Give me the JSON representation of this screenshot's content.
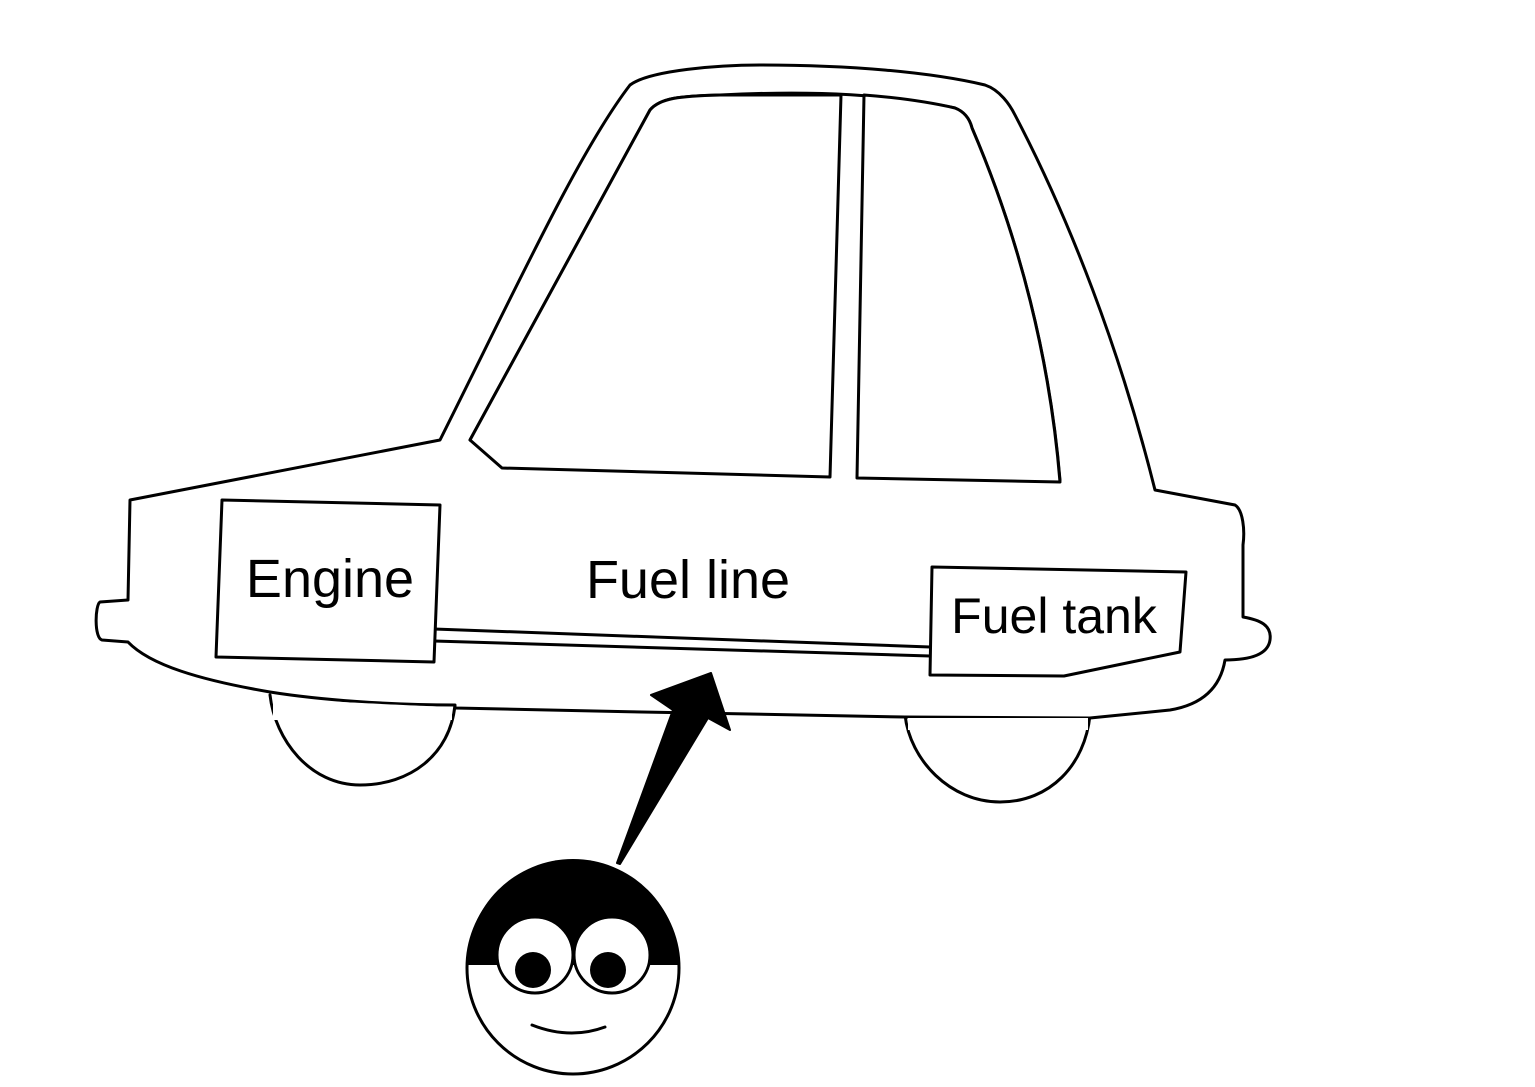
{
  "diagram": {
    "labels": {
      "engine": "Engine",
      "fuel_line": "Fuel line",
      "fuel_tank": "Fuel tank"
    },
    "colors": {
      "stroke": "#000000",
      "background": "#ffffff"
    },
    "icons": [
      "car-icon",
      "arrow-icon",
      "smiley-face-icon"
    ]
  }
}
